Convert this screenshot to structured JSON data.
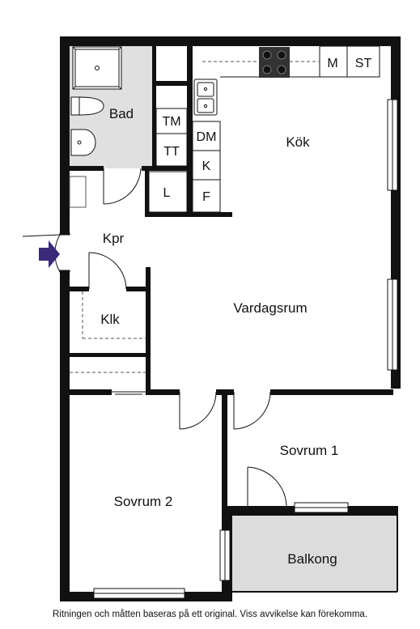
{
  "rooms": {
    "bad": "Bad",
    "kok": "Kök",
    "kpr": "Kpr",
    "klk": "Klk",
    "vardagsrum": "Vardagsrum",
    "sovrum1": "Sovrum 1",
    "sovrum2": "Sovrum 2",
    "balkong": "Balkong"
  },
  "fixtures": {
    "tm": "TM",
    "tt": "TT",
    "dm": "DM",
    "k": "K",
    "f": "F",
    "l": "L",
    "m": "M",
    "st": "ST"
  },
  "footer": "Ritningen och måtten baseras på ett original. Viss avvikelse kan förekomma.",
  "colors": {
    "wall": "#111111",
    "wet_area": "#e0e0e0",
    "balcony": "#dcdcdc",
    "entry_arrow": "#3b2a7a"
  }
}
